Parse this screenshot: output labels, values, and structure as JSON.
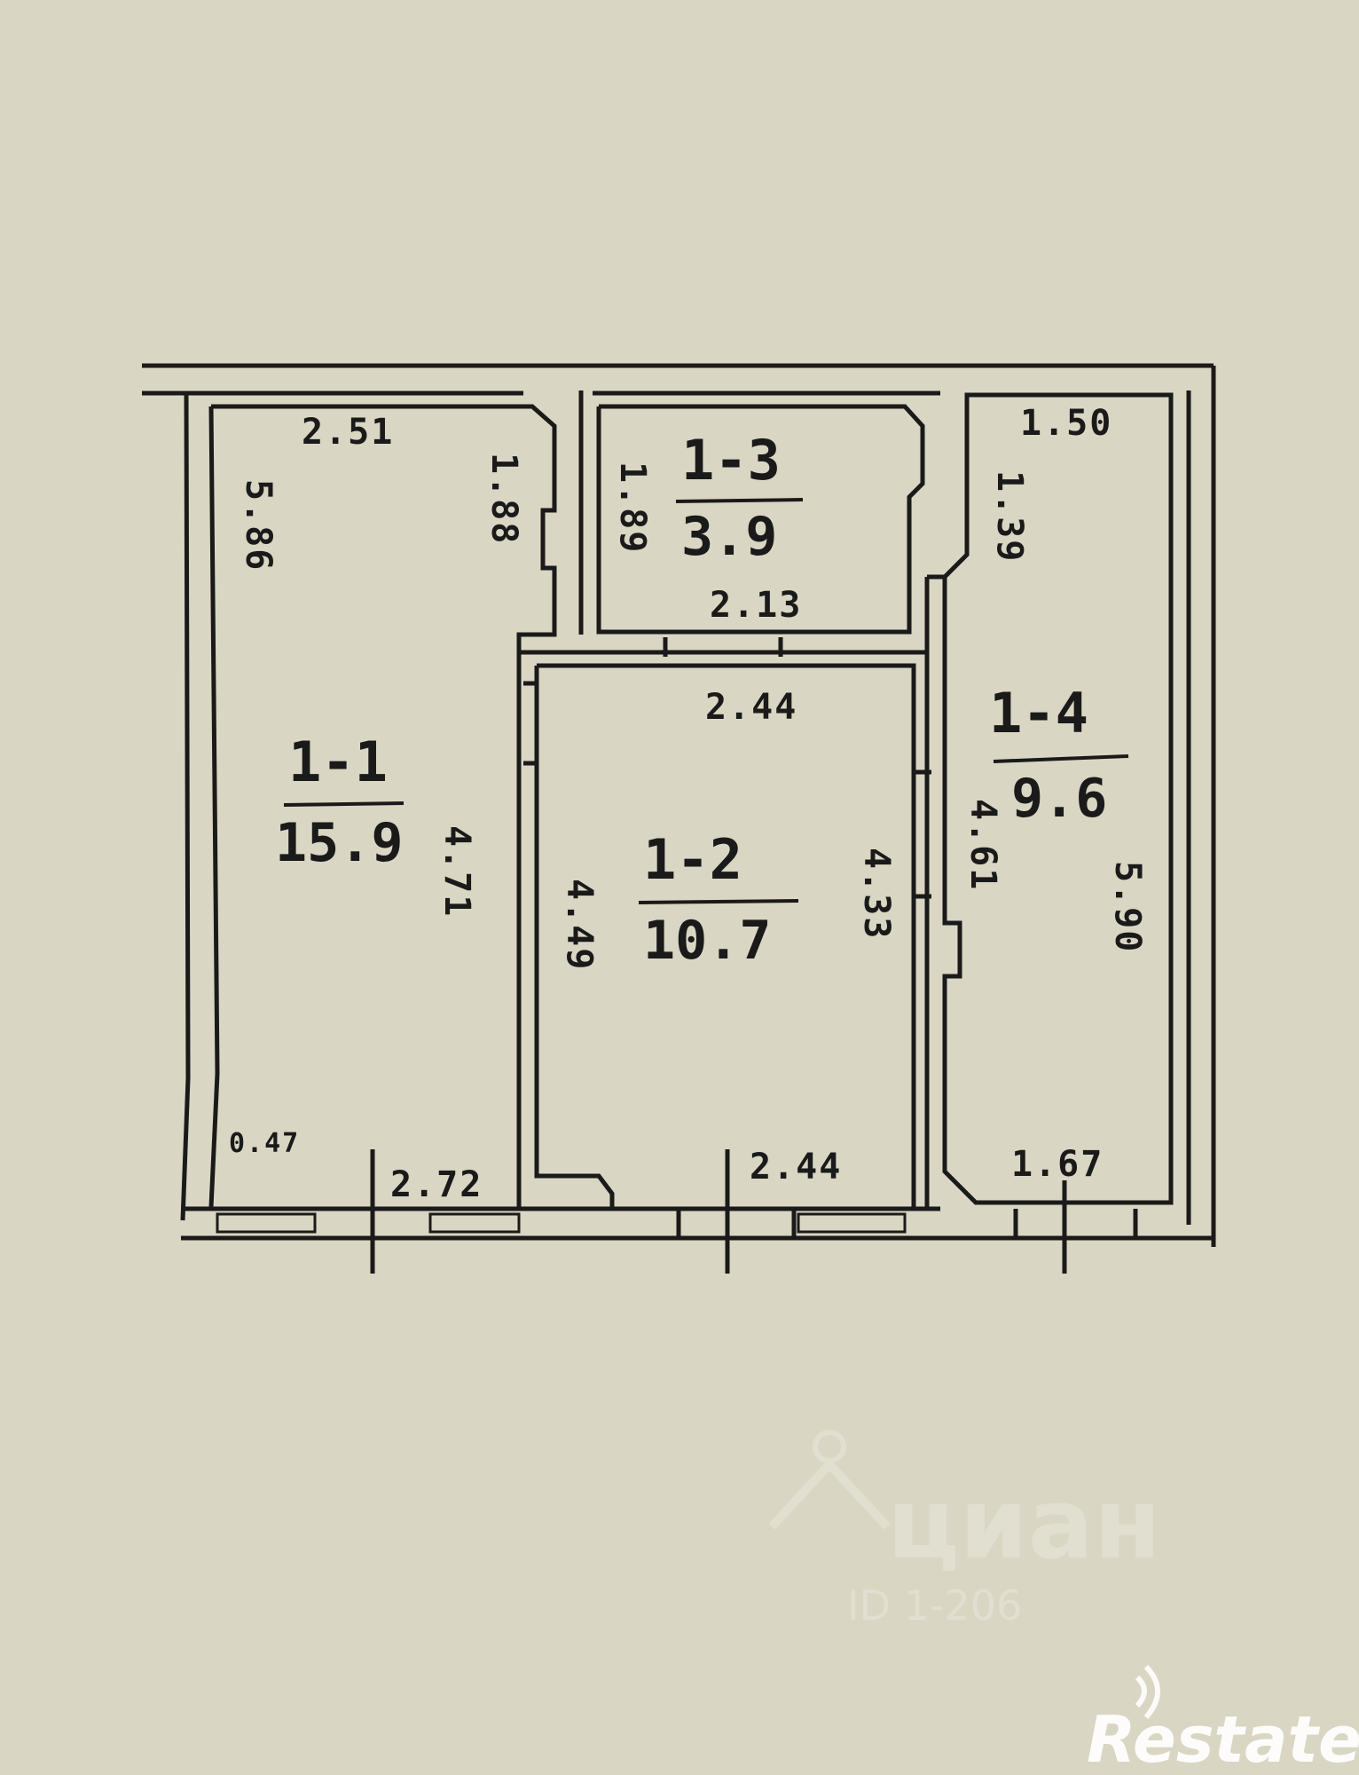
{
  "rooms": [
    {
      "id": "1-1",
      "area": "15.9"
    },
    {
      "id": "1-2",
      "area": "10.7"
    },
    {
      "id": "1-3",
      "area": "3.9"
    },
    {
      "id": "1-4",
      "area": "9.6"
    }
  ],
  "dimensions": {
    "r11_top": "2.51",
    "r11_left": "5.86",
    "r11_niche": "1.88",
    "r11_right": "4.71",
    "r11_small": "0.47",
    "r11_bottom": "2.72",
    "r13_left": "1.89",
    "r13_bottom": "2.13",
    "r12_top": "2.44",
    "r12_left": "4.49",
    "r12_right": "4.33",
    "r12_bottom": "2.44",
    "r14_top": "1.50",
    "r14_left_top": "1.39",
    "r14_left": "4.61",
    "r14_right": "5.90",
    "r14_bottom": "1.67"
  },
  "watermarks": {
    "cian": "циан",
    "cian_id": "ID 1-206",
    "restate": "Restate"
  },
  "colors": {
    "paper": "#d9d6c3",
    "ink": "#1a1a1a"
  }
}
